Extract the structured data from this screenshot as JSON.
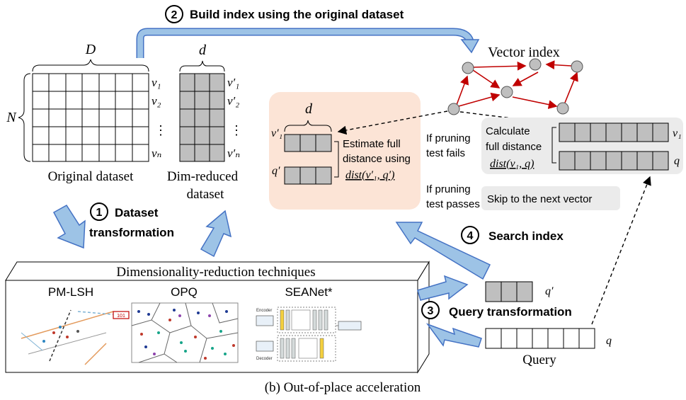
{
  "steps": {
    "s1": {
      "num": "1",
      "line1": "Dataset",
      "line2": "transformation"
    },
    "s2": {
      "num": "2",
      "label": "Build index using the original dataset"
    },
    "s3": {
      "num": "3",
      "label": "Query transformation"
    },
    "s4": {
      "num": "4",
      "label": "Search index"
    }
  },
  "original": {
    "dim_label": "D",
    "n_label": "N",
    "caption": "Original dataset",
    "row_labels": [
      "v₁",
      "v₂",
      "⋮",
      "vₙ"
    ]
  },
  "reduced": {
    "dim_label": "d",
    "caption_line1": "Dim-reduced",
    "caption_line2": "dataset",
    "row_labels": [
      "v′₁",
      "v′₂",
      "⋮",
      "v′ₙ"
    ]
  },
  "vector_index": {
    "title": "Vector index"
  },
  "estimate": {
    "dim_label": "d",
    "v_label": "v′₁",
    "q_label": "q′",
    "text_line1": "Estimate full",
    "text_line2": "distance using",
    "formula": "dist(v′₁, q′)"
  },
  "pruning": {
    "fails_line1": "If pruning",
    "fails_line2": "test fails",
    "passes_line1": "If pruning",
    "passes_line2": "test passes"
  },
  "full_distance": {
    "line1": "Calculate",
    "line2": "full distance",
    "formula": "dist(v₁, q)",
    "v_label": "v₁",
    "q_label": "q"
  },
  "skip": {
    "label": "Skip to the next vector"
  },
  "techniques": {
    "title": "Dimensionality-reduction techniques",
    "items": [
      "PM-LSH",
      "OPQ",
      "SEANet*"
    ],
    "seanet_encoder": "Encoder",
    "seanet_decoder": "Decoder",
    "pmlsh_box": "101"
  },
  "query": {
    "reduced_label": "q′",
    "label": "q",
    "caption": "Query"
  },
  "caption": "(b) Out-of-place acceleration",
  "colors": {
    "arrow_blue": "#9dc3e6",
    "arrow_blue_stroke": "#4472c4",
    "orange_bg": "#fce4d6",
    "gray_bg": "#ebebeb",
    "cell_gray": "#bfbfbf",
    "graph_red": "#c00000"
  }
}
